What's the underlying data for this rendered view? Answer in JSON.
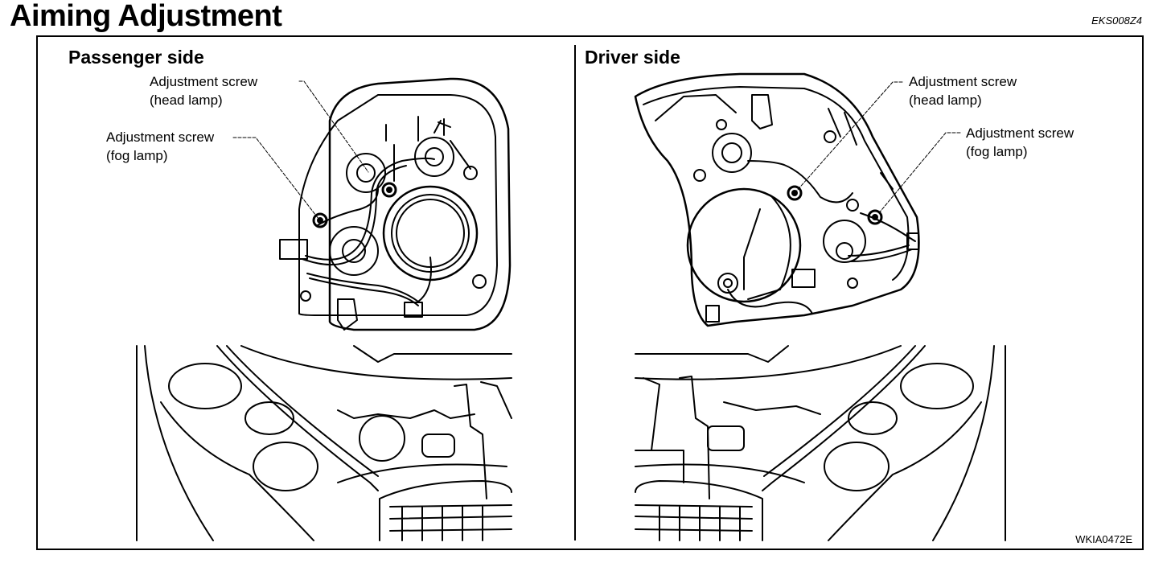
{
  "header": {
    "title": "Aiming Adjustment",
    "code": "EKS008Z4"
  },
  "panels": {
    "passenger": {
      "title": "Passenger side",
      "head_lamp_label": {
        "line1": "Adjustment screw",
        "line2": "(head lamp)"
      },
      "fog_lamp_label": {
        "line1": "Adjustment screw",
        "line2": "(fog lamp)"
      }
    },
    "driver": {
      "title": "Driver side",
      "head_lamp_label": {
        "line1": "Adjustment screw",
        "line2": "(head lamp)"
      },
      "fog_lamp_label": {
        "line1": "Adjustment screw",
        "line2": "(fog lamp)"
      }
    }
  },
  "figure_code": "WKIA0472E",
  "colors": {
    "ink": "#000000",
    "paper": "#ffffff"
  }
}
